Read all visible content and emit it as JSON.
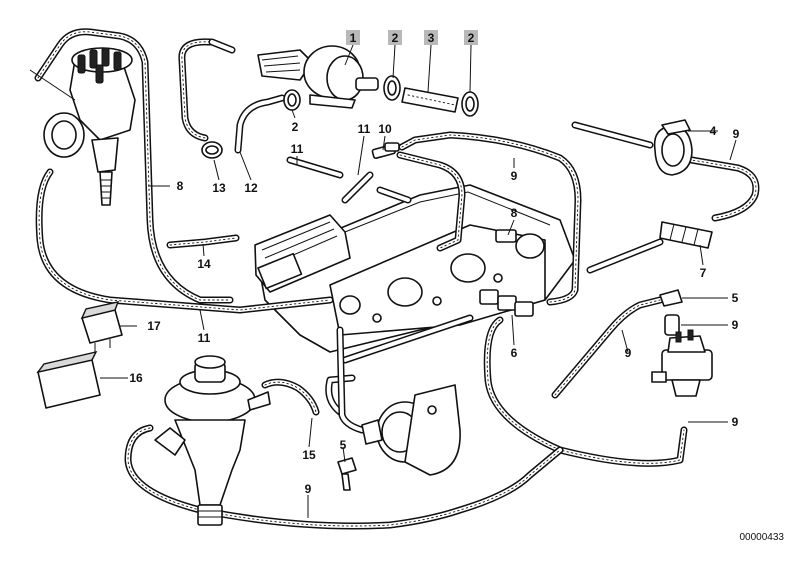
{
  "diagram": {
    "ref_number": "00000433",
    "callouts": [
      {
        "label": "1",
        "highlighted": true
      },
      {
        "label": "2",
        "highlighted": true
      },
      {
        "label": "3",
        "highlighted": true
      },
      {
        "label": "2",
        "highlighted": true
      },
      {
        "label": "4",
        "highlighted": false
      },
      {
        "label": "9",
        "highlighted": false
      },
      {
        "label": "2",
        "highlighted": false
      },
      {
        "label": "11",
        "highlighted": false
      },
      {
        "label": "10",
        "highlighted": false
      },
      {
        "label": "11",
        "highlighted": false
      },
      {
        "label": "9",
        "highlighted": false
      },
      {
        "label": "13",
        "highlighted": false
      },
      {
        "label": "12",
        "highlighted": false
      },
      {
        "label": "8",
        "highlighted": false
      },
      {
        "label": "8",
        "highlighted": false
      },
      {
        "label": "7",
        "highlighted": false
      },
      {
        "label": "14",
        "highlighted": false
      },
      {
        "label": "5",
        "highlighted": false
      },
      {
        "label": "17",
        "highlighted": false
      },
      {
        "label": "9",
        "highlighted": false
      },
      {
        "label": "11",
        "highlighted": false
      },
      {
        "label": "6",
        "highlighted": false
      },
      {
        "label": "9",
        "highlighted": false
      },
      {
        "label": "16",
        "highlighted": false
      },
      {
        "label": "9",
        "highlighted": false
      },
      {
        "label": "15",
        "highlighted": false
      },
      {
        "label": "5",
        "highlighted": false
      },
      {
        "label": "9",
        "highlighted": false
      }
    ],
    "highlight_color": "#b9b9b9"
  }
}
